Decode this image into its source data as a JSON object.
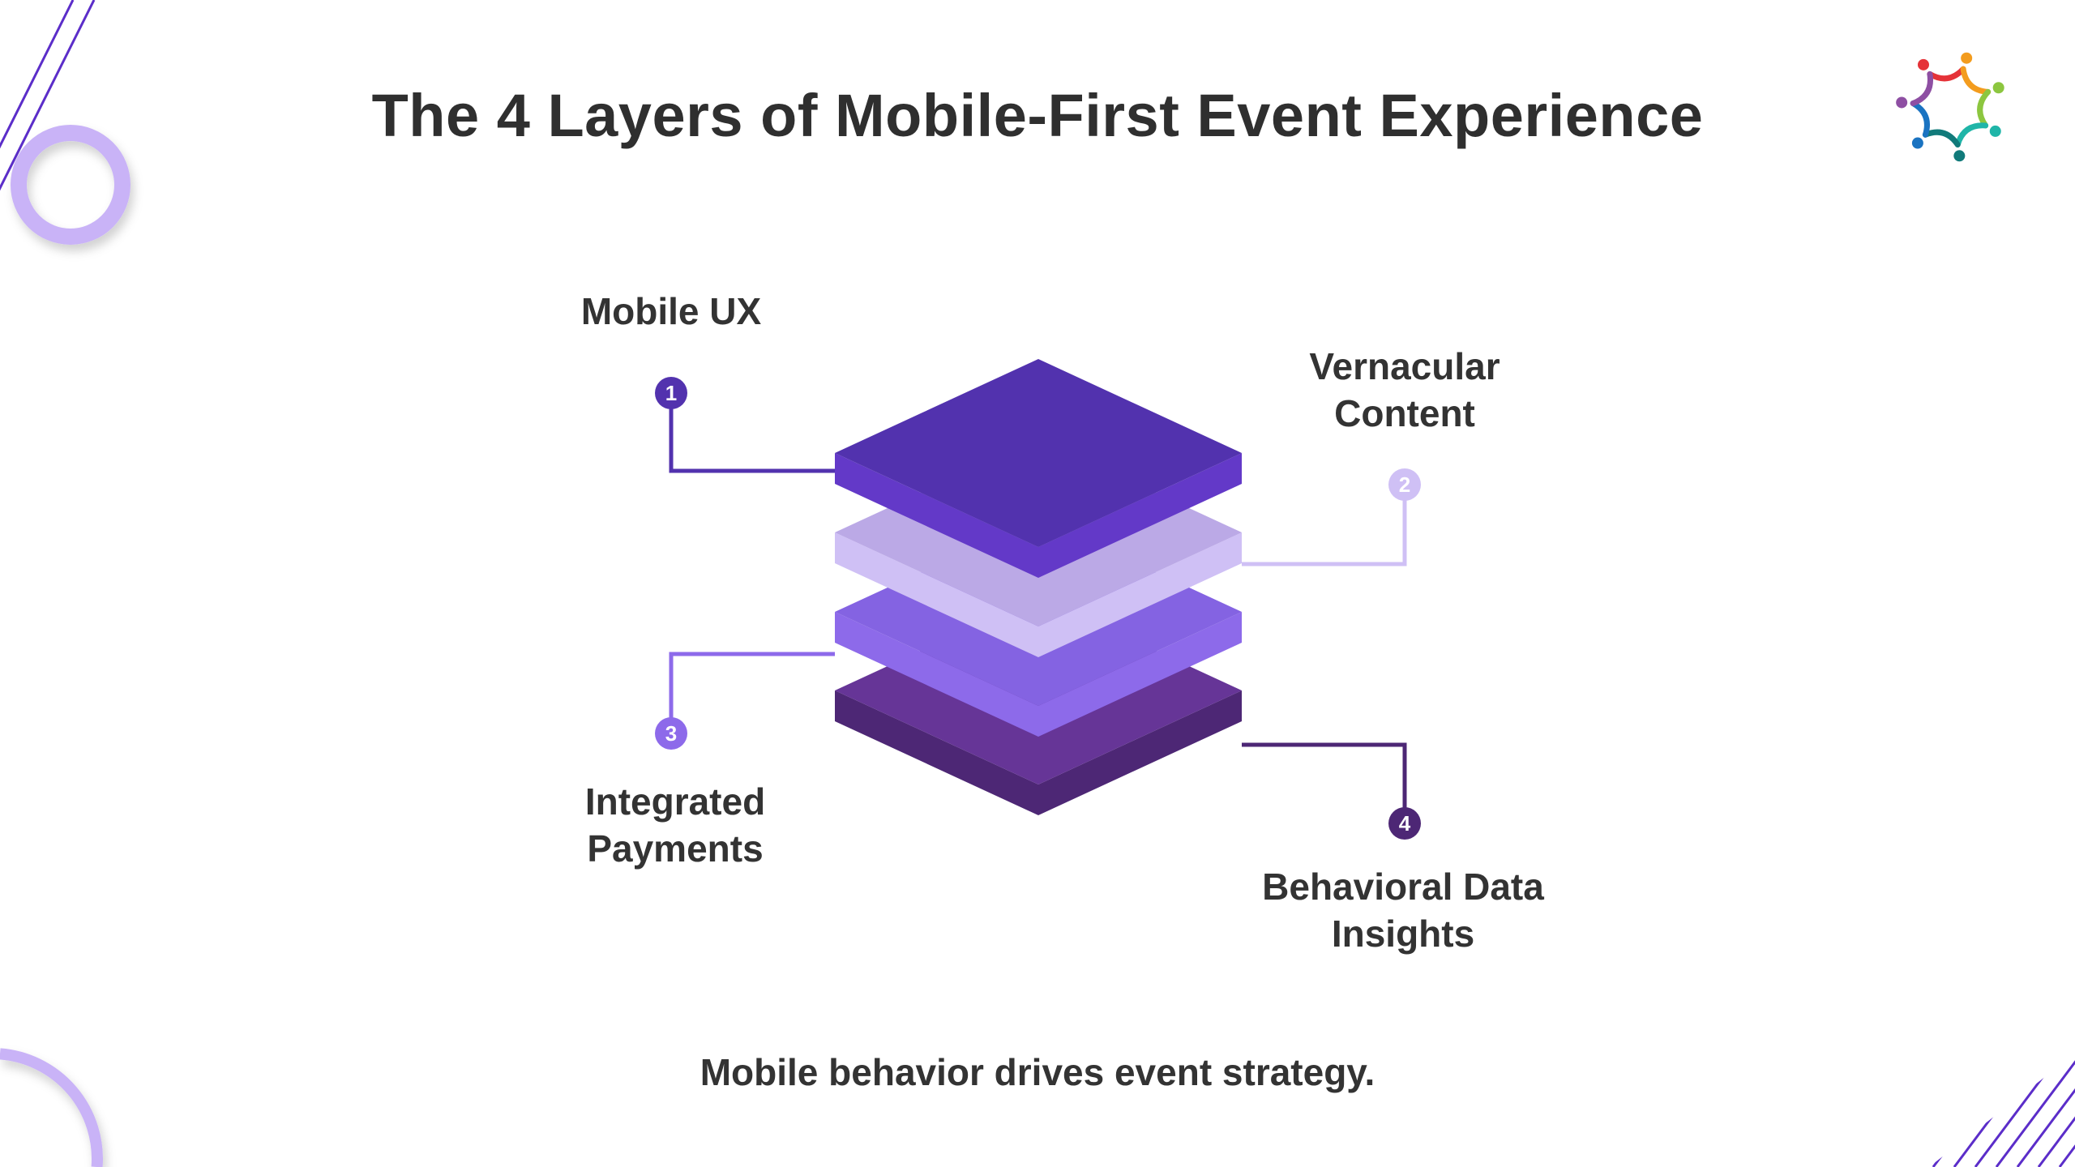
{
  "title": "The 4 Layers of Mobile-First Event Experience",
  "layers": [
    {
      "number": "1",
      "label_line1": "Mobile UX",
      "label_line2": "",
      "top_color": "#5232AE",
      "side_color": "#6339C8",
      "line_color": "#5232AE"
    },
    {
      "number": "2",
      "label_line1": "Vernacular",
      "label_line2": "Content",
      "top_color": "#BBA9E6",
      "side_color": "#CFC0F5",
      "line_color": "#CFC0F5"
    },
    {
      "number": "3",
      "label_line1": "Integrated",
      "label_line2": "Payments",
      "top_color": "#8463E2",
      "side_color": "#8D6AEA",
      "line_color": "#8D6AEA"
    },
    {
      "number": "4",
      "label_line1": "Behavioral Data",
      "label_line2": "Insights",
      "top_color": "#663597",
      "side_color": "#4D2775",
      "line_color": "#4D2775"
    }
  ],
  "footer": "Mobile behavior drives event strategy.",
  "logo": {
    "icon": "community-circle-logo",
    "colors": [
      "#E53238",
      "#F39C1E",
      "#8CC63F",
      "#1FB5A8",
      "#117A7A",
      "#1A73C1",
      "#8E4FA3"
    ]
  },
  "decor_color": "#C9B3F7",
  "stripe_color": "#5B2DC9"
}
